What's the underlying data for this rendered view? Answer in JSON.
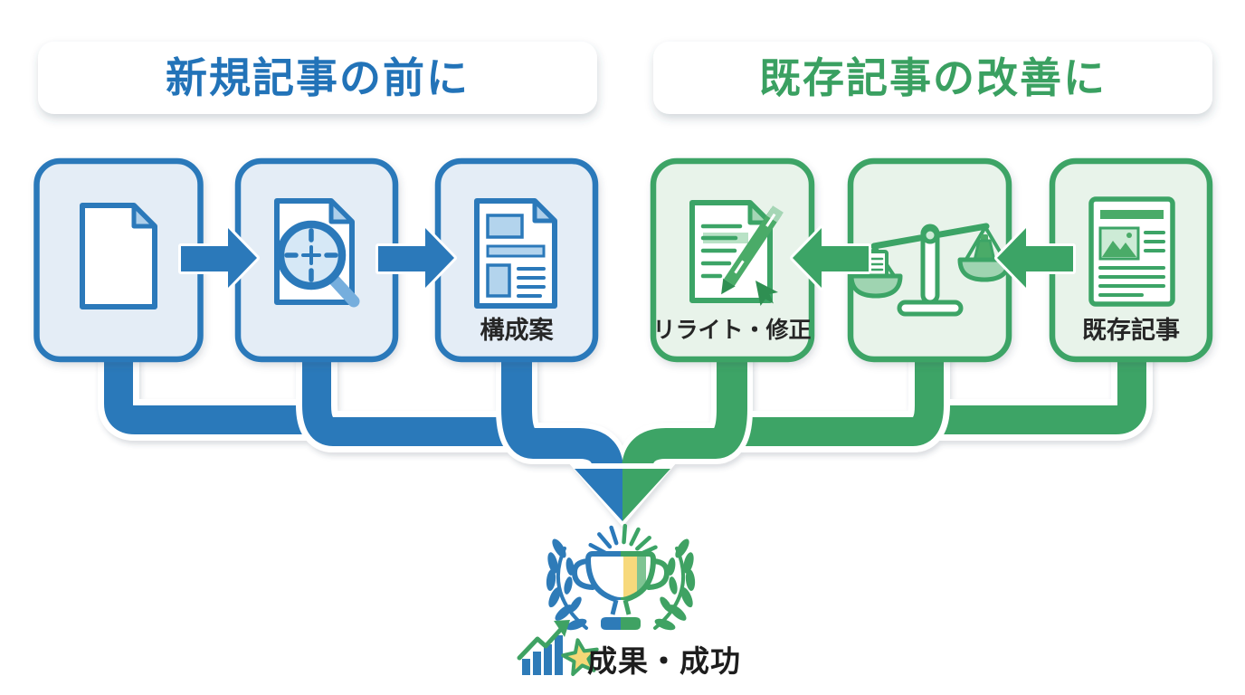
{
  "headers": {
    "left": "新規記事の前に",
    "right": "既存記事の改善に"
  },
  "flow_left": {
    "boxes": [
      {
        "icon": "blank-document-icon"
      },
      {
        "icon": "document-keyword-search-icon"
      },
      {
        "icon": "document-outline-icon",
        "label": "構成案"
      }
    ]
  },
  "flow_right": {
    "boxes": [
      {
        "icon": "document-rewrite-icon",
        "label": "リライト・修正"
      },
      {
        "icon": "balance-scale-icon"
      },
      {
        "icon": "existing-article-icon",
        "label": "既存記事"
      }
    ]
  },
  "result": {
    "label": "成果・成功",
    "icons": [
      "trophy-icon",
      "laurel-wreath-icon",
      "growth-chart-icon",
      "star-icon",
      "sparkle-rays-icon"
    ]
  },
  "colors": {
    "blue": "#2b79ba",
    "blue_text": "#2273b8",
    "blue_box_fill": "#e4edf6",
    "blue_icon_accent": "#aecfea",
    "green": "#3ca466",
    "green_text": "#3aa061",
    "green_box_fill": "#e8f3ea",
    "green_icon_accent": "#a5d6b5",
    "trophy_yellow": "#f7d97c",
    "label_text": "#262626",
    "background": "#ffffff"
  }
}
